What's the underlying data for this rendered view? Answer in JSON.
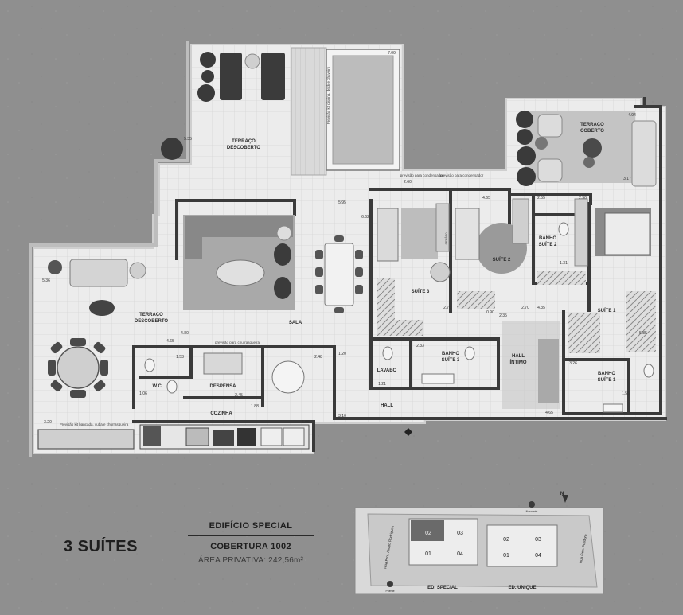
{
  "heading": {
    "suites": "3 SUÍTES"
  },
  "info": {
    "building": "EDIFÍCIO SPECIAL",
    "unit": "COBERTURA 1002",
    "area_label": "ÁREA PRIVATIVA: 242,56m²"
  },
  "rooms": {
    "terraco_descoberto_top_1": "TERRAÇO",
    "terraco_descoberto_top_2": "DESCOBERTO",
    "terraco_coberto_1": "TERRAÇO",
    "terraco_coberto_2": "COBERTO",
    "terraco_descoberto_left_1": "TERRAÇO",
    "terraco_descoberto_left_2": "DESCOBERTO",
    "sala": "SALA",
    "suite3": "SUÍTE 3",
    "suite2": "SUÍTE 2",
    "suite1": "SUÍTE 1",
    "banho_suite2_1": "BANHO",
    "banho_suite2_2": "SUÍTE 2",
    "banho_suite3_1": "BANHO",
    "banho_suite3_2": "SUÍTE 3",
    "banho_suite1_1": "BANHO",
    "banho_suite1_2": "SUÍTE 1",
    "hall_intimo_1": "HALL",
    "hall_intimo_2": "ÍNTIMO",
    "lavabo": "LAVABO",
    "hall": "HALL",
    "wc": "W.C.",
    "despensa": "DESPENSA",
    "cozinha": "COZINHA"
  },
  "notes": {
    "piscina": "Previsão kit piscina, deck e chuveiro",
    "kit_bancada": "Previsão kit bancada, cuba e churrasqueira",
    "condensador_1": "previsão para condensador",
    "condensador_2": "previsão para condensador",
    "churrasqueira": "previsão para churrasqueira",
    "armario": "armário"
  },
  "dims": {
    "d709": "7.09",
    "d535": "5.35",
    "d494": "4.94",
    "d317": "3.17",
    "d260": "2.60",
    "d595": "5.95",
    "d662": "6.62",
    "d465a": "4.65",
    "d255a": "2.55",
    "d290": "2.90",
    "d536": "5.36",
    "d131": "1.31",
    "d276": "2.76",
    "d090": "0.90",
    "d235": "2.35",
    "d270": "2.70",
    "d435": "4.35",
    "d480": "4.80",
    "d465b": "4.65",
    "d153": "1.53",
    "d248": "2.48",
    "d120": "1.20",
    "d233": "2.33",
    "d326": "3.26",
    "d585": "5.85",
    "d106": "1.06",
    "d245": "2.45",
    "d188": "1.88",
    "d121": "1.21",
    "d465c": "4.65",
    "d155": "1.55",
    "d320": "3.20",
    "d595b": "5.95",
    "d310": "3.10"
  },
  "keyplan": {
    "units_special": [
      "02",
      "03",
      "01",
      "04"
    ],
    "units_unique": [
      "02",
      "03",
      "01",
      "04"
    ],
    "label_special": "ED. SPECIAL",
    "label_unique": "ED. UNIQUE",
    "street_left": "Rua Prof. Álvaro Rodrigues",
    "street_right": "Rua Gen. Polidoro",
    "sun_nascente": "Nascente",
    "sun_poente": "Poente",
    "north": "N"
  },
  "colors": {
    "background": "#8f8f8f",
    "floor": "#e9e9e9",
    "wall": "#3a3a3a",
    "tile_line": "#d3d3d3",
    "rug": "#a9a9a9",
    "highlight_unit": "#6a6a6a"
  }
}
